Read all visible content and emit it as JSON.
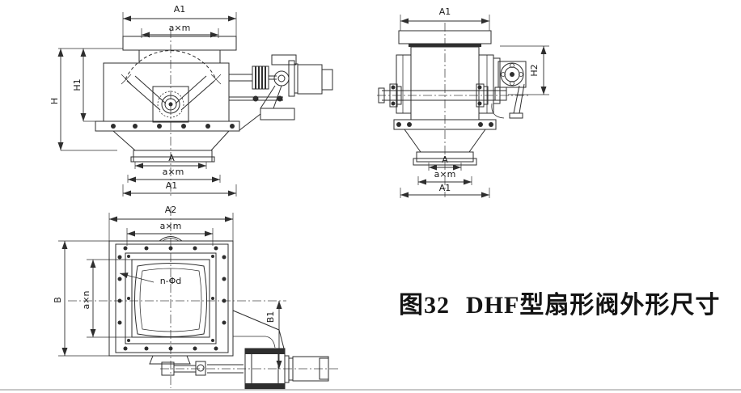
{
  "caption": {
    "figure_number": "图32",
    "title": "DHF型扇形阀外形尺寸"
  },
  "drawing": {
    "line_color": "#2e2e2e",
    "labels": {
      "front_view": {
        "top_flange_width": "A1",
        "top_bolt_spacing": "a×m",
        "height_overall": "H",
        "height_body": "H1",
        "bottom_opening": "A",
        "bottom_bolt_spacing": "a×m",
        "bottom_flange_width": "A1"
      },
      "side_view": {
        "top_flange_width": "A1",
        "actuator_height": "H2",
        "bottom_opening": "A",
        "bottom_bolt_spacing": "a×m",
        "bottom_flange_width": "A1"
      },
      "top_view": {
        "overall_width": "A2",
        "bolt_spacing_horizontal": "a×m",
        "overall_depth": "B",
        "bolt_spacing_vertical": "a×n",
        "actuator_offset": "B1",
        "bolt_holes": "n-Φd"
      }
    }
  }
}
